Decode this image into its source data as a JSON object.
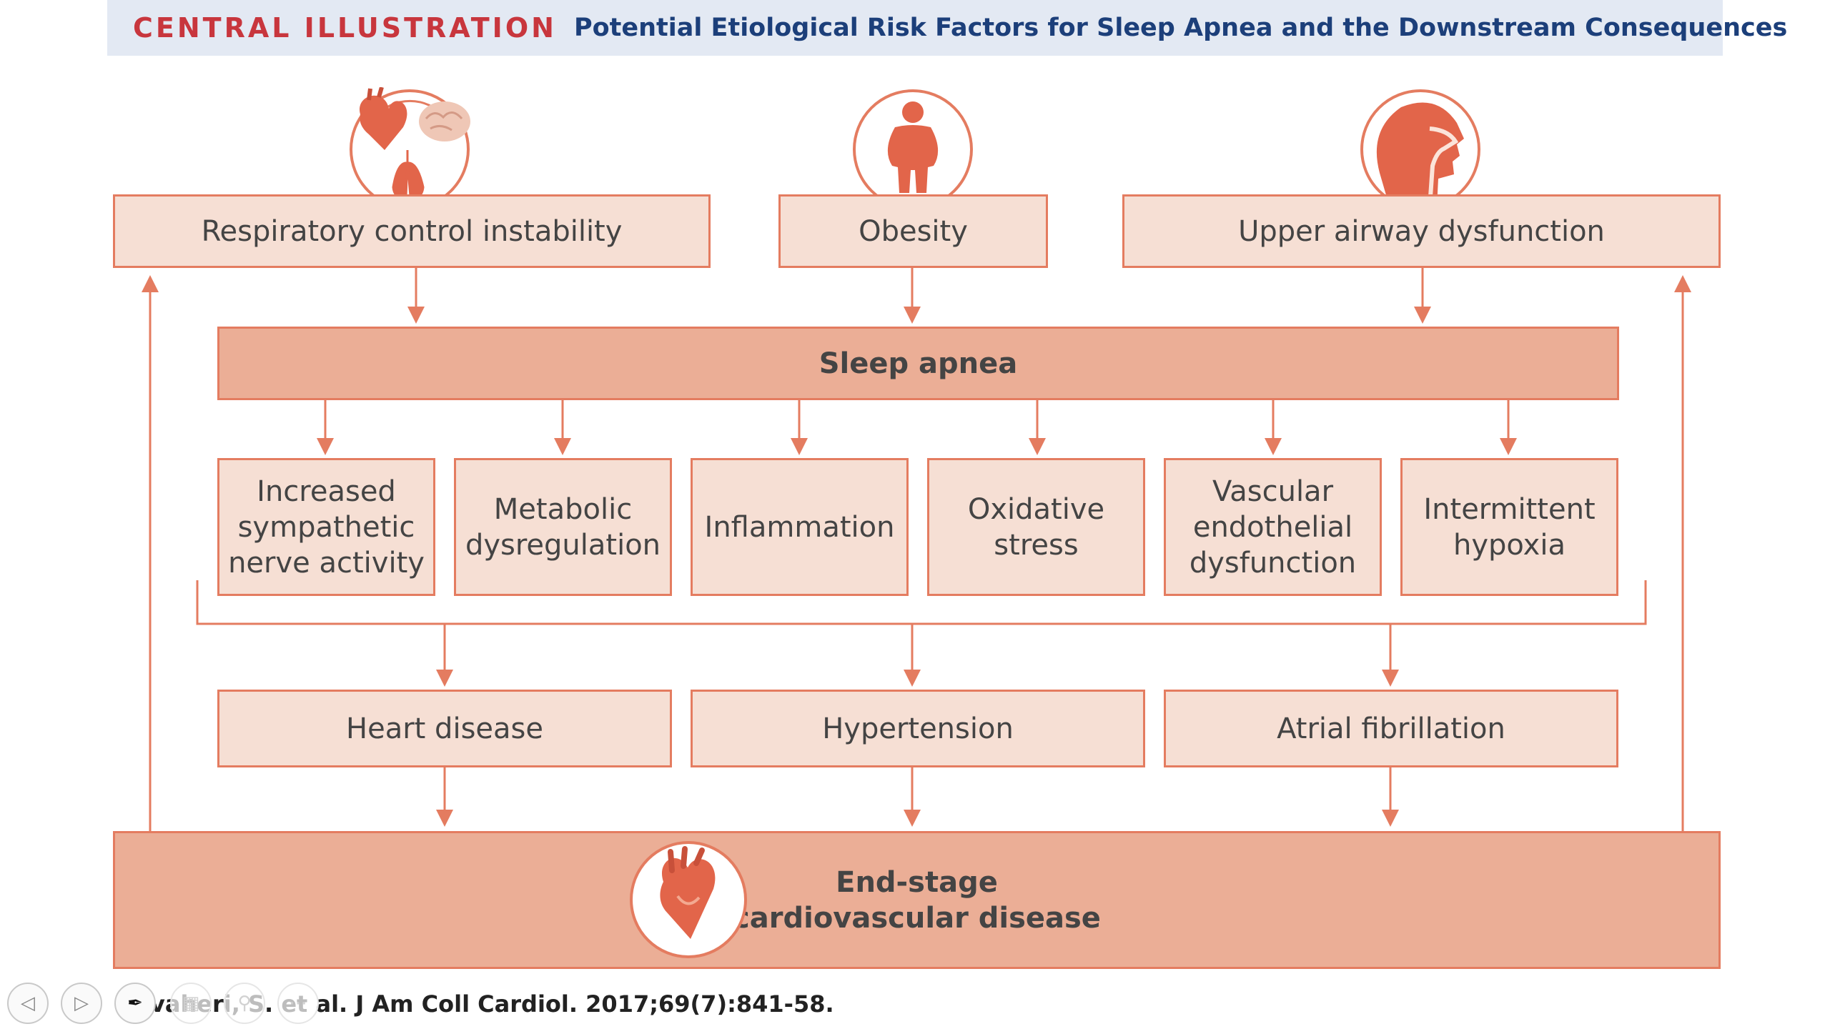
{
  "banner": {
    "label": "CENTRAL ILLUSTRATION",
    "title": "Potential Etiological Risk Factors for Sleep Apnea and the Downstream Consequences"
  },
  "risk_factors": [
    {
      "label": "Respiratory control instability",
      "icon": "heart-brain-lungs-icon"
    },
    {
      "label": "Obesity",
      "icon": "person-obese-icon"
    },
    {
      "label": "Upper airway dysfunction",
      "icon": "head-airway-icon"
    }
  ],
  "sleep_apnea": {
    "label": "Sleep apnea"
  },
  "mechanisms": [
    {
      "label": "Increased\nsympathetic\nnerve activity"
    },
    {
      "label": "Metabolic\ndysregulation"
    },
    {
      "label": "Inflammation"
    },
    {
      "label": "Oxidative\nstress"
    },
    {
      "label": "Vascular\nendothelial\ndysfunction"
    },
    {
      "label": "Intermittent\nhypoxia"
    }
  ],
  "outcomes": [
    {
      "label": "Heart disease"
    },
    {
      "label": "Hypertension"
    },
    {
      "label": "Atrial fibrillation"
    }
  ],
  "end_stage": {
    "label": "End-stage\ncardiovascular disease",
    "icon": "heart-icon"
  },
  "citation": "vaheri, S. et al. J Am Coll Cardiol. 2017;69(7):841-58.",
  "player_controls": [
    "prev-icon",
    "play-icon",
    "pen-icon",
    "grid-icon",
    "zoom-icon",
    "more-icon"
  ],
  "colors": {
    "accent": "#e47c60",
    "box_fill": "#f6dfd4",
    "dark_fill": "#ebae96",
    "label_red": "#c8363d",
    "title_blue": "#1c3f7a"
  }
}
